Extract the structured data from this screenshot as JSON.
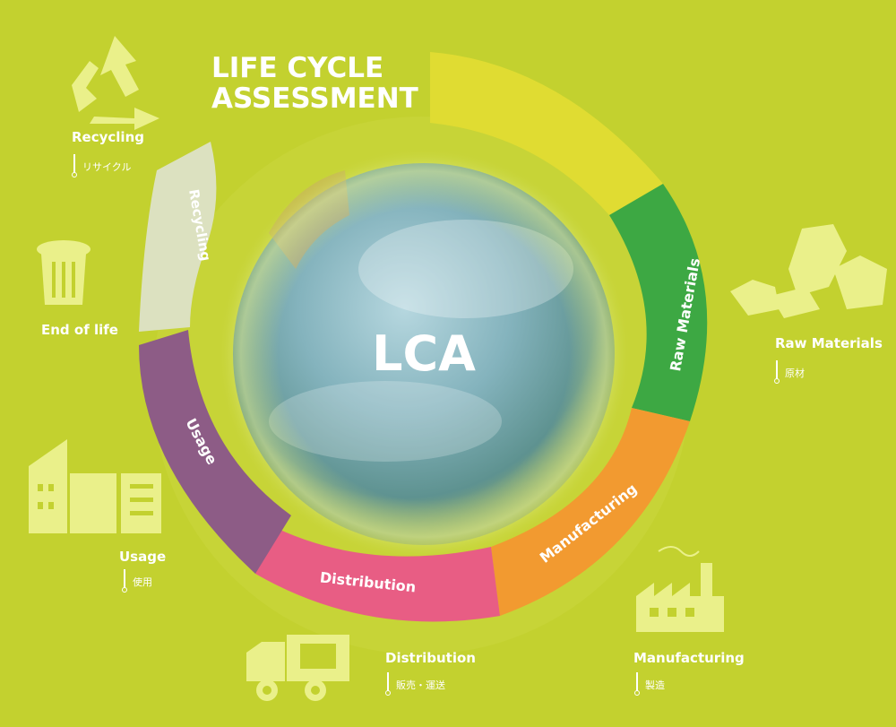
{
  "title": {
    "line1": "LIFE CYCLE",
    "line2": "ASSESSMENT"
  },
  "center_label": "LCA",
  "ring_labels": {
    "recycling": "Recycling",
    "raw_materials": "Raw Materials",
    "manufacturing": "Manufacturing",
    "distribution": "Distribution",
    "usage": "Usage"
  },
  "side_labels": {
    "recycling": {
      "en": "Recycling",
      "jp": "リサイクル"
    },
    "end_of_life": {
      "en": "End of life"
    },
    "raw_materials": {
      "en": "Raw Materials",
      "jp": "原材"
    },
    "usage": {
      "en": "Usage",
      "jp": "使用"
    },
    "distribution": {
      "en": "Distribution",
      "jp": "販売・運送"
    },
    "manufacturing": {
      "en": "Manufacturing",
      "jp": "製造"
    }
  },
  "colors": {
    "background": "#c3d12f",
    "segment_yellow": "#e0dc32",
    "segment_green": "#3da843",
    "segment_orange": "#f29a30",
    "segment_pink": "#e85d84",
    "segment_purple": "#8d5c86",
    "segment_recycling": "#dce1c0",
    "icon": "#eaf08a"
  },
  "icons": [
    "recycle-icon",
    "trash-can-icon",
    "rocks-icon",
    "buildings-icon",
    "truck-icon",
    "factory-icon"
  ]
}
